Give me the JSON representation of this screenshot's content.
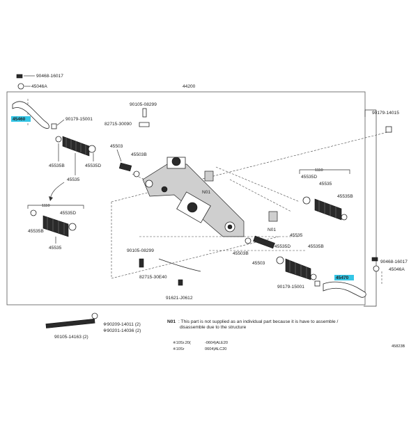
{
  "labels": {
    "p90468_left": "90468-16017",
    "p45046a_left": "45046A",
    "p44200": "44200",
    "p45460": "45460",
    "p90179_left": "90179-15001",
    "p90105_top": "90105-08299",
    "p82715_top": "82715-30090",
    "p45503": "45503",
    "p45503b_top": "45503B",
    "p45535b_ul": "45535B",
    "p45535d_ul": "45535D",
    "p45535_ul": "45535",
    "p1110_left": "1110",
    "p45535d_ll": "45535D",
    "p45535b_ll": "45535B",
    "p45535_ll": "45535",
    "pN01_a": "N01",
    "pN01_b": "N01",
    "p90179_right_top": "90179-14015",
    "p1110_right": "1110",
    "p45535d_r": "45535D",
    "p45535_r": "45535",
    "p45535b_r": "45535B",
    "p45535_r2": "45535",
    "p45535d_r2": "45535D",
    "p45535b_r2": "45535B",
    "p45503b_mid": "45503B",
    "p45503_mid": "45503",
    "p90105_mid": "90105-08299",
    "p82715_mid": "82715-30E40",
    "p91621": "91621-J0612",
    "p90468_right": "90468-16017",
    "p45046a_right": "45046A",
    "p45470": "45470",
    "p90179_right_bot": "90179-15001",
    "p90209": "※90209-14011 (2)",
    "p90201": "※90201-14036 (2)",
    "p90105_bot": "90105-14163 (2)",
    "p45823b": "45823B"
  },
  "note": {
    "code": "N01",
    "text_line1": ": This part is not supplied as an individual part because it is have to assemble /",
    "text_line2": "disassemble due to the structure"
  },
  "footer": {
    "line1a": "※10Sr.20(",
    "line1b": "-0604)ALE20",
    "line2a": "※10Sr",
    "line2b": "0604)ALC20"
  },
  "colors": {
    "highlight": "#34c6e6"
  }
}
